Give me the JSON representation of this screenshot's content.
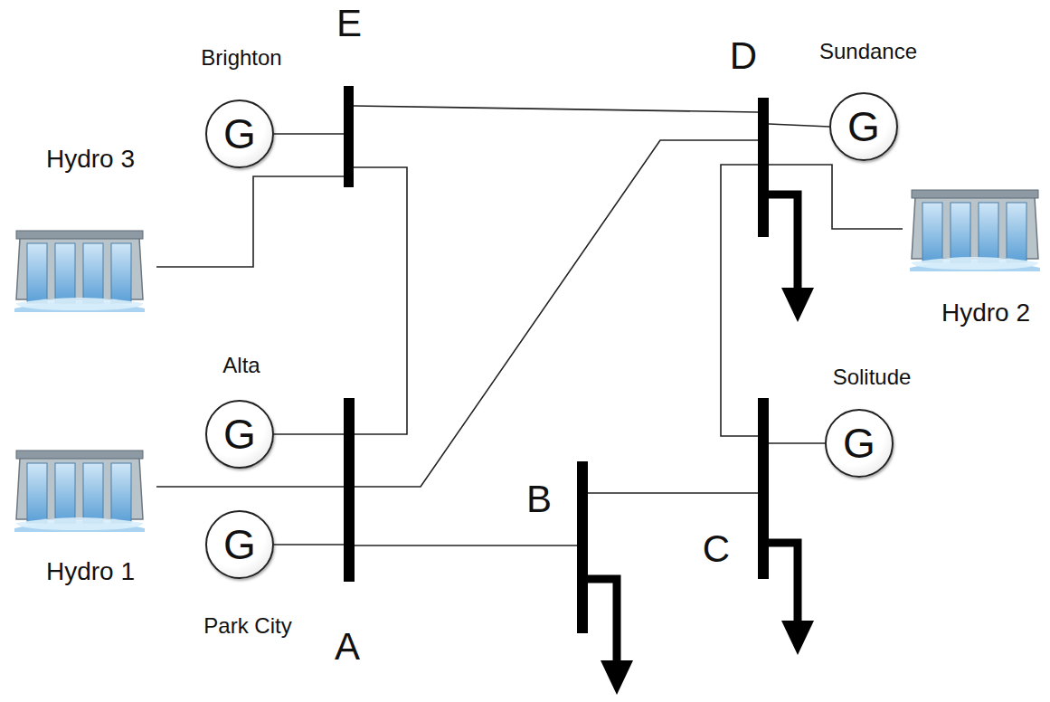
{
  "diagram": {
    "nodes": [
      {
        "text": [
          "E"
        ]
      },
      {
        "text": [
          "Brighton",
          "G"
        ]
      },
      {
        "text": [
          "Hydro 3"
        ]
      },
      {
        "text": [
          "D"
        ]
      },
      {
        "text": [
          "Sundance",
          "G"
        ]
      },
      {
        "text": [
          "Hydro 2"
        ]
      },
      {
        "text": [
          "Alta",
          "G"
        ]
      },
      {
        "text": [
          "Hydro 1"
        ]
      },
      {
        "text": [
          "Park City",
          "G"
        ]
      },
      {
        "text": [
          "A"
        ]
      },
      {
        "text": [
          "B"
        ]
      },
      {
        "text": [
          "C"
        ]
      },
      {
        "text": [
          "Solitude",
          "G"
        ]
      }
    ],
    "edges": [
      {
        "from": 1,
        "to": 0,
        "arrow": "none"
      },
      {
        "from": 2,
        "to": 0,
        "arrow": "none"
      },
      {
        "from": 0,
        "to": 3,
        "arrow": "none"
      },
      {
        "from": 0,
        "to": 9,
        "arrow": "none"
      },
      {
        "from": 4,
        "to": 3,
        "arrow": "none"
      },
      {
        "from": 5,
        "to": 3,
        "arrow": "none"
      },
      {
        "from": 3,
        "to": 11,
        "arrow": "none"
      },
      {
        "from": 6,
        "to": 9,
        "arrow": "none"
      },
      {
        "from": 7,
        "to": 9,
        "arrow": "none"
      },
      {
        "from": 9,
        "to": 3,
        "arrow": "none"
      },
      {
        "from": 8,
        "to": 9,
        "arrow": "none"
      },
      {
        "from": 9,
        "to": 10,
        "arrow": "none"
      },
      {
        "from": 10,
        "to": 11,
        "arrow": "none"
      },
      {
        "from": 12,
        "to": 11,
        "arrow": "none"
      }
    ]
  }
}
